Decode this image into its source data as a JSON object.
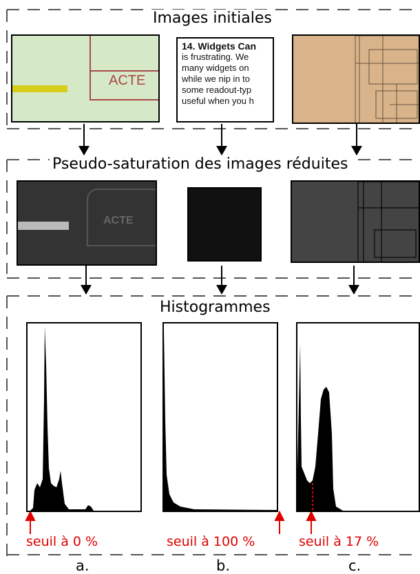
{
  "sections": {
    "initial": "Images initiales",
    "saturation": "Pseudo-saturation des images réduites",
    "histograms": "Histogrammes"
  },
  "doc_a": {
    "stamp": "ACTE"
  },
  "doc_b": {
    "lines": [
      "14. Widgets Can",
      "is frustrating. We",
      "many widgets on",
      "while we nip in to",
      "some readout-typ",
      "useful when you h"
    ]
  },
  "sat_a": {
    "stamp": "ACTE"
  },
  "thresholds": {
    "a": "seuil à 0 %",
    "b": "seuil à 100 %",
    "c": "seuil à 17 %"
  },
  "letters": {
    "a": "a.",
    "b": "b.",
    "c": "c."
  },
  "colors": {
    "threshold": "#e00000",
    "frame_dash": "#555555",
    "histogram_fill": "#000000"
  }
}
